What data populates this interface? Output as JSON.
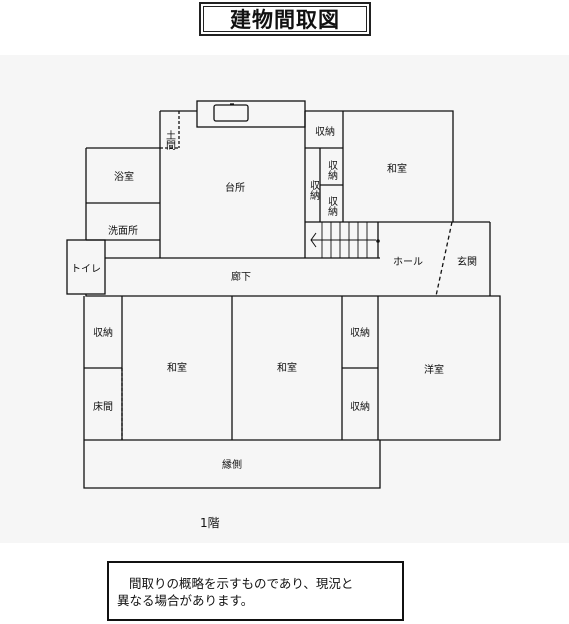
{
  "title": "建物間取図",
  "floor_label": "1階",
  "note": {
    "line1": "間取りの概略を示すものであり、現況と",
    "line2": "異なる場合があります。"
  },
  "rooms": {
    "doma": "土間",
    "bath": "浴室",
    "kitchen": "台所",
    "storage_top": "収納",
    "storage_mid": "収納",
    "storage_left": "収納",
    "storage_low": "収納",
    "washroom": "洗面所",
    "washitsu_ne": "和室",
    "hall": "ホール",
    "entrance": "玄関",
    "toilet": "トイレ",
    "corridor": "廊下",
    "storage_w": "収納",
    "washitsu_w": "和室",
    "washitsu_c": "和室",
    "storage_c1": "収納",
    "storage_c2": "収納",
    "yoshitsu": "洋室",
    "tokonoma": "床間",
    "engawa": "縁側"
  }
}
